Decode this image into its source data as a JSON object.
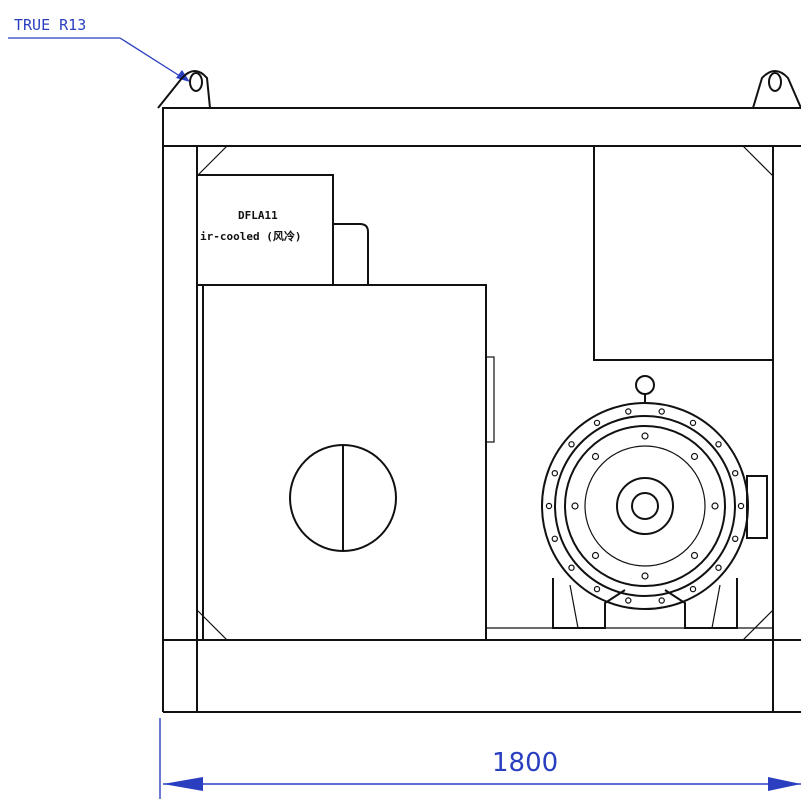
{
  "annotation": {
    "callout": "TRUE R13"
  },
  "dimension": {
    "width_label": "1800"
  },
  "component_label": {
    "line1": "DFLA11",
    "line2": "ir-cooled (风冷)"
  },
  "colors": {
    "dimension": "#2a3fbf",
    "outline": "#111111"
  }
}
